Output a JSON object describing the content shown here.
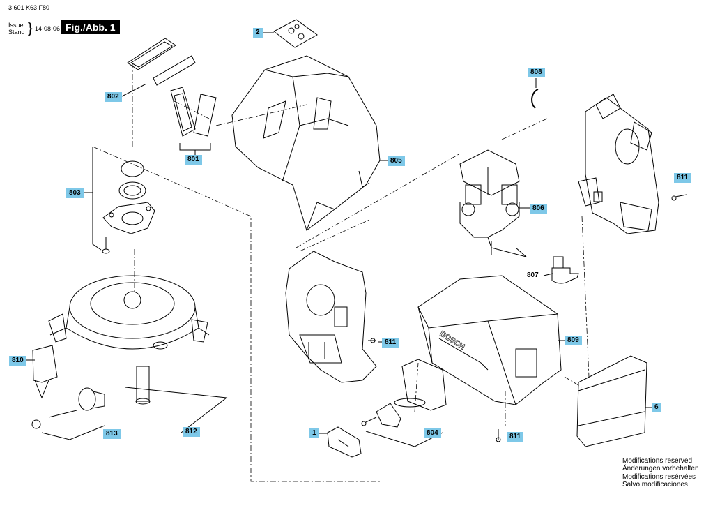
{
  "header": {
    "part_number": "3 601 K63 F80",
    "issue_label": "Issue",
    "stand_label": "Stand",
    "date": "14-08-06",
    "figure_label": "Fig./Abb. 1"
  },
  "callouts": {
    "c2": "2",
    "c802": "802",
    "c801": "801",
    "c803": "803",
    "c805": "805",
    "c806": "806",
    "c807": "807",
    "c808": "808",
    "c809": "809",
    "c810": "810",
    "c811a": "811",
    "c811b": "811",
    "c811c": "811",
    "c812": "812",
    "c813": "813",
    "c1": "1",
    "c804": "804",
    "c6": "6"
  },
  "notes": [
    "Modifications reserved",
    "Änderungen vorbehalten",
    "Modifications resérvées",
    "Salvo modificaciones"
  ],
  "brand_mark": "BOSCH",
  "colors": {
    "callout_bg": "#7ec8e8",
    "line": "#000000"
  }
}
